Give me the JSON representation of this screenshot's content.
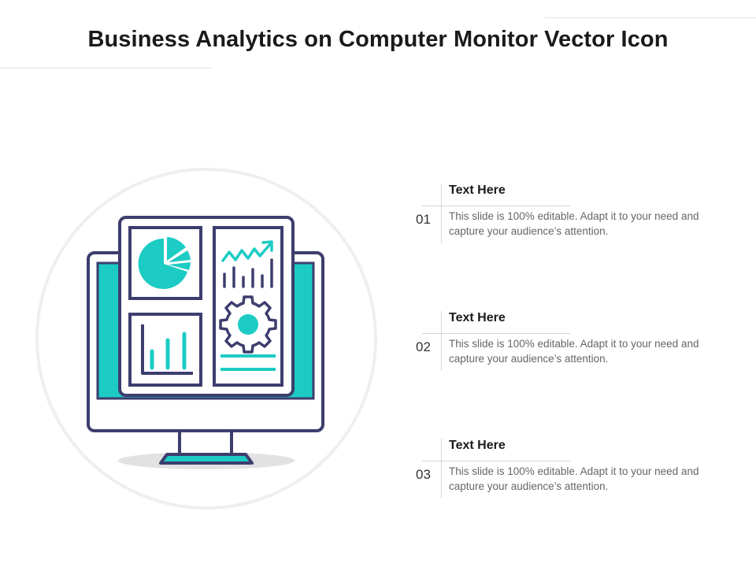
{
  "title": "Business Analytics on Computer Monitor Vector Icon",
  "items": [
    {
      "number": "01",
      "heading": "Text Here",
      "text": "This slide is 100% editable. Adapt it to your need and capture your audience’s attention."
    },
    {
      "number": "02",
      "heading": "Text Here",
      "text": "This slide is 100% editable. Adapt it to your need and capture your audience’s attention."
    },
    {
      "number": "03",
      "heading": "Text Here",
      "text": "This slide is 100% editable. Adapt it to your need and capture your audience’s attention."
    }
  ],
  "icons": {
    "illustration": "computer-monitor-analytics-icon",
    "pie": "pie-chart-icon",
    "bar": "bar-chart-icon",
    "trend": "trend-line-icon",
    "gear": "gear-icon"
  },
  "colors": {
    "accent": "#1ccbc4",
    "outline": "#3d3e6e",
    "shadow": "#e2e2e2",
    "circle": "#efefef"
  }
}
